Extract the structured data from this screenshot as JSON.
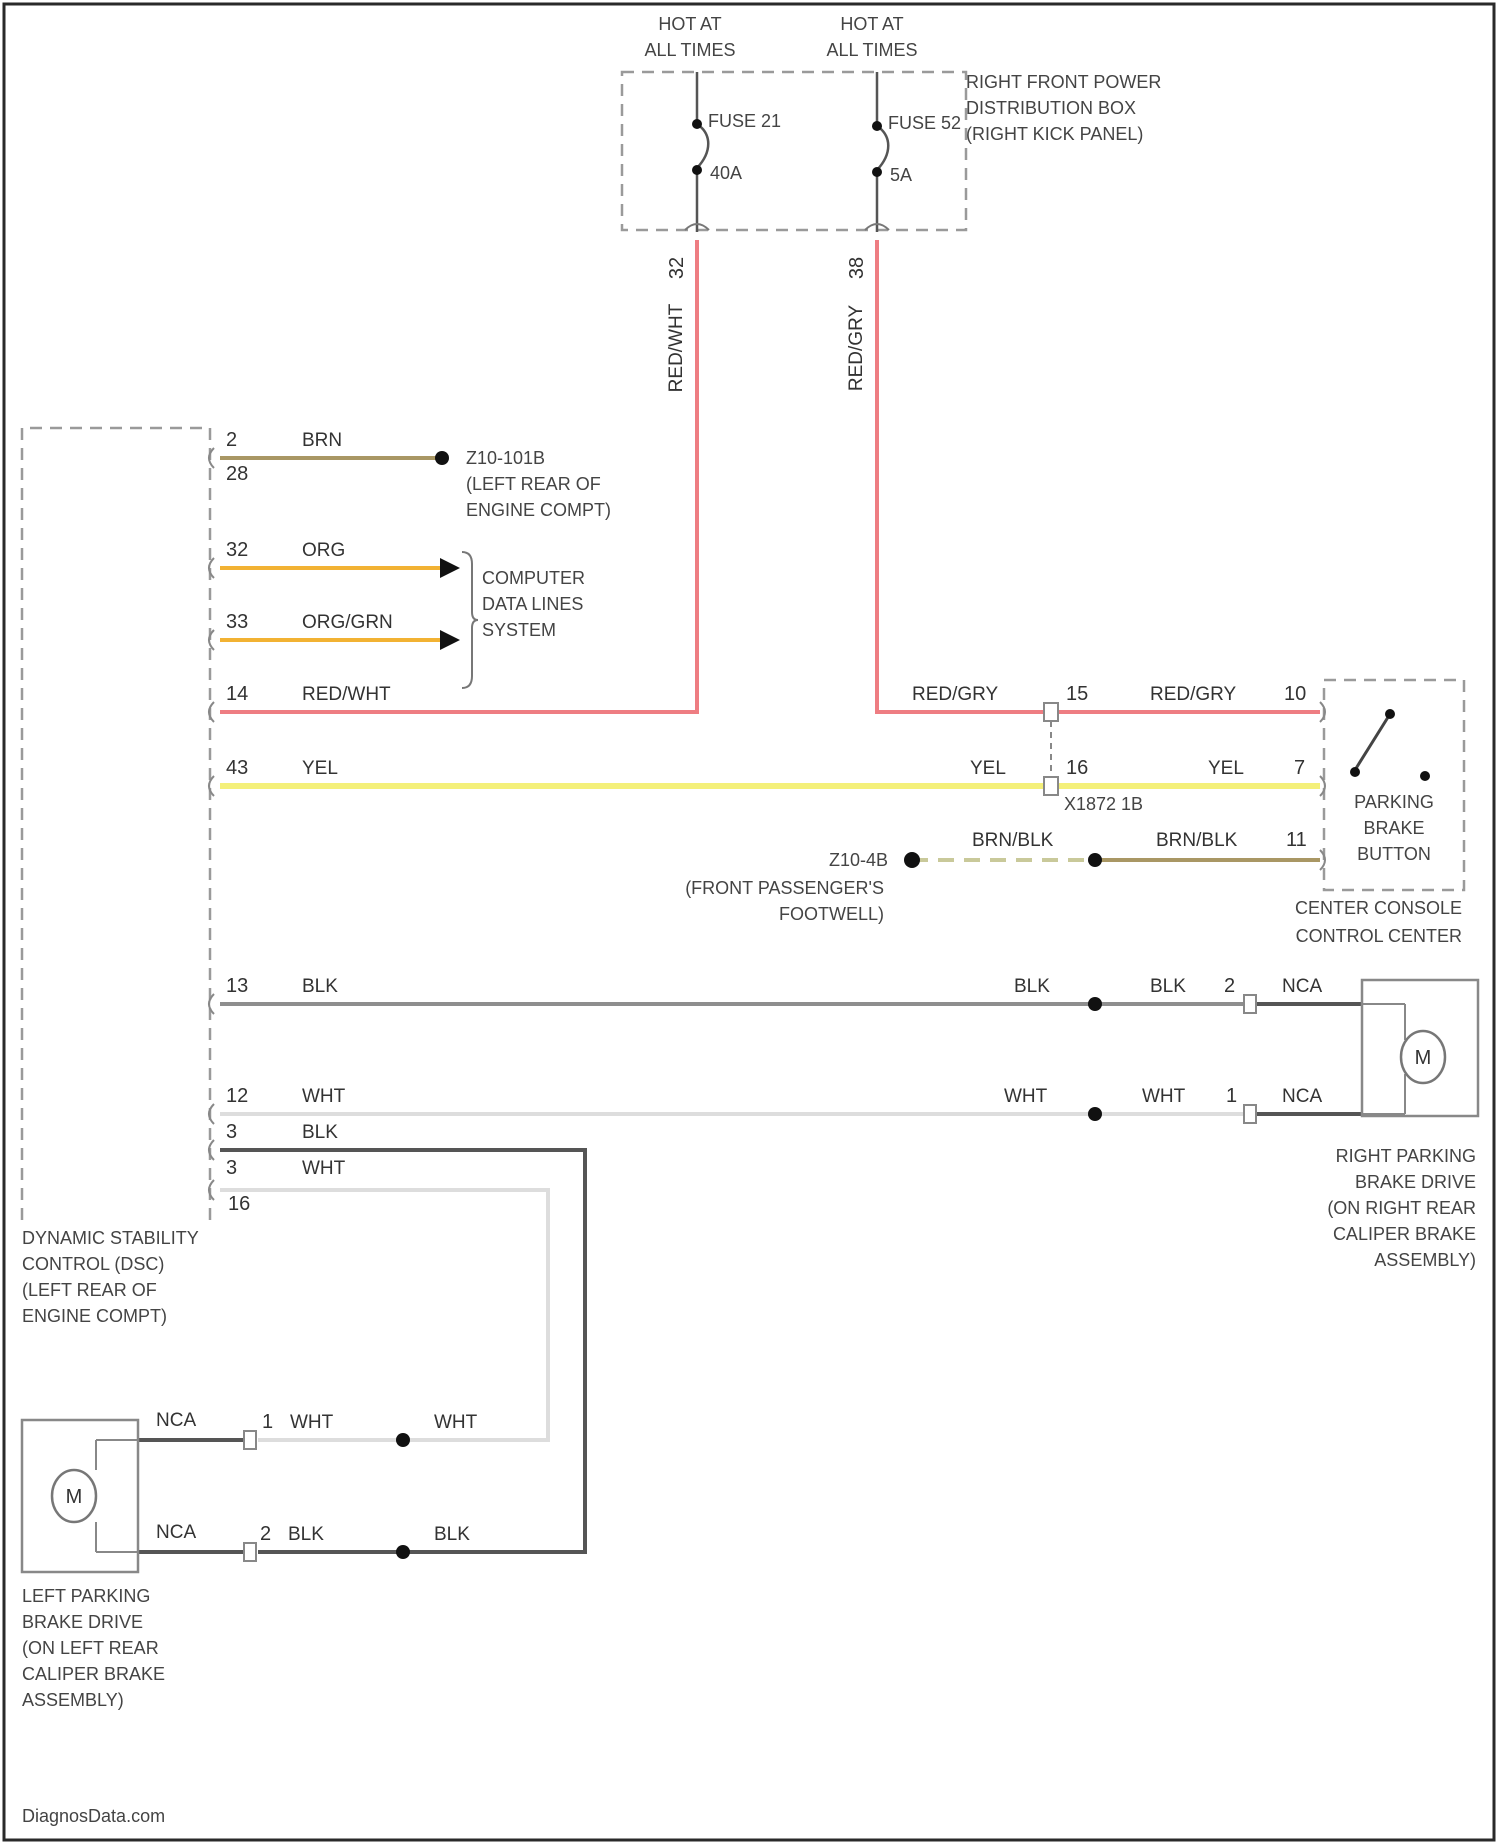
{
  "colors": {
    "red": "#ee7d82",
    "yellow": "#f4f07a",
    "orange": "#f2b233",
    "brown": "#a99764",
    "olive": "#c9c99a",
    "black_wire": "#8e8e8e",
    "white_wire": "#dddddd",
    "dark_wire": "#555555",
    "frame": "#2a2a2a"
  },
  "power": {
    "hot1": [
      "HOT AT",
      "ALL TIMES"
    ],
    "hot2": [
      "HOT AT",
      "ALL TIMES"
    ],
    "fuse21_name": "FUSE 21",
    "fuse21_rating": "40A",
    "fuse2_name": "FUSE 52",
    "fuse2_rating": "5A",
    "box_label": [
      "RIGHT FRONT POWER",
      "DISTRIBUTION BOX",
      "(RIGHT KICK PANEL)"
    ],
    "pin1": "32",
    "pin2": "38",
    "wire1_color": "RED/WHT",
    "wire2_color": "RED/GRY"
  },
  "dsc": {
    "label": [
      "DYNAMIC STABILITY",
      "CONTROL (DSC)",
      "(LEFT REAR OF",
      "ENGINE COMPT)"
    ],
    "ground": {
      "pins": [
        "2",
        "28"
      ],
      "color": "BRN",
      "ref": "Z10-101B",
      "loc": [
        "(LEFT REAR OF",
        "ENGINE COMPT)"
      ]
    },
    "data1": {
      "pin": "32",
      "color": "ORG"
    },
    "data2": {
      "pin": "33",
      "color": "ORG/GRN"
    },
    "data_label": [
      "COMPUTER",
      "DATA LINES",
      "SYSTEM"
    ],
    "pwr": {
      "pin": "14",
      "color": "RED/WHT"
    },
    "sig": {
      "pin": "43",
      "color": "YEL"
    },
    "rpm1": {
      "pin": "13",
      "color": "BLK"
    },
    "rpm2": {
      "pin": "12",
      "color": "WHT"
    },
    "lpm1": {
      "pin": "3",
      "color": "BLK"
    },
    "lpm2": {
      "pin": "3",
      "color": "WHT"
    },
    "pin_extra": "16"
  },
  "console": {
    "red_left": "RED/GRY",
    "conn_pin_red": "15",
    "red_right": "RED/GRY",
    "pin_red": "10",
    "yel_left": "YEL",
    "conn_pin_yel": "16",
    "yel_right": "YEL",
    "pin_yel": "7",
    "connector": "X1872 1B",
    "ground_ref": "Z10-4B",
    "ground_loc": [
      "(FRONT PASSENGER'S",
      "FOOTWELL)"
    ],
    "brn1": "BRN/BLK",
    "brn2": "BRN/BLK",
    "pin_brn": "11",
    "button_label": [
      "PARKING",
      "BRAKE",
      "BUTTON"
    ],
    "console_label": [
      "CENTER CONSOLE",
      "CONTROL CENTER"
    ]
  },
  "right_motor": {
    "blk1": "BLK",
    "blk2": "BLK",
    "pin_blk": "2",
    "nca_blk": "NCA",
    "wht1": "WHT",
    "wht2": "WHT",
    "pin_wht": "1",
    "nca_wht": "NCA",
    "symbol": "M",
    "label": [
      "RIGHT PARKING",
      "BRAKE DRIVE",
      "(ON RIGHT REAR",
      "CALIPER BRAKE",
      "ASSEMBLY)"
    ]
  },
  "left_motor": {
    "nca1": "NCA",
    "pin1": "1",
    "wht1": "WHT",
    "wht2": "WHT",
    "nca2": "NCA",
    "pin2": "2",
    "blk1": "BLK",
    "blk2": "BLK",
    "symbol": "M",
    "label": [
      "LEFT PARKING",
      "BRAKE DRIVE",
      "(ON LEFT REAR",
      "CALIPER BRAKE",
      "ASSEMBLY)"
    ]
  },
  "footer": "DiagnosData.com"
}
